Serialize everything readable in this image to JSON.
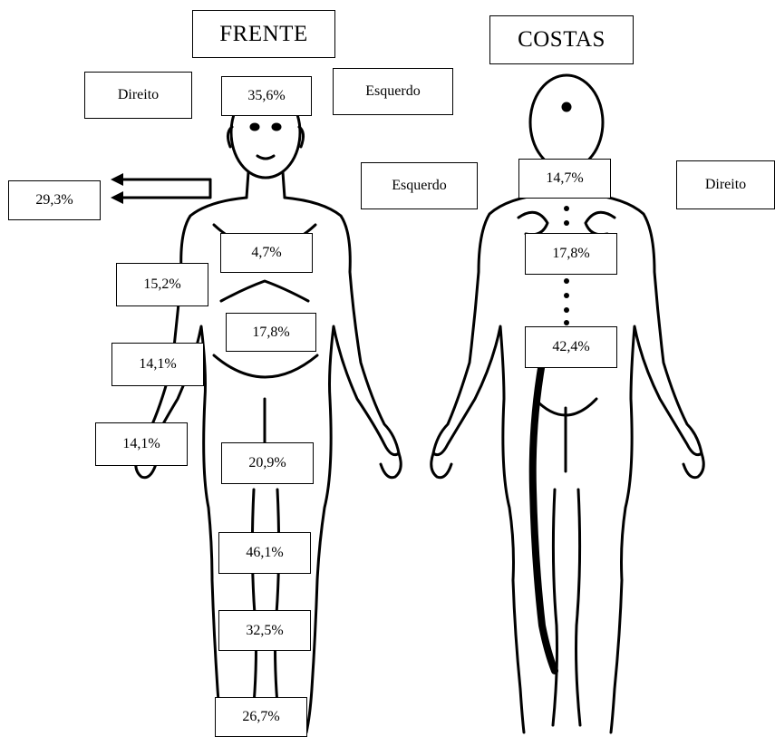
{
  "titles": {
    "front": "FRENTE",
    "back": "COSTAS"
  },
  "sides": {
    "front_right": "Direito",
    "front_left": "Esquerdo",
    "back_left": "Esquerdo",
    "back_right": "Direito"
  },
  "front_percentages": {
    "head": "35,6%",
    "shoulders": "29,3%",
    "chest": "4,7%",
    "upper_arm": "15,2%",
    "abdomen": "17,8%",
    "forearm": "14,1%",
    "hand": "14,1%",
    "thigh": "20,9%",
    "knee": "46,1%",
    "leg": "32,5%",
    "foot": "26,7%"
  },
  "back_percentages": {
    "neck": "14,7%",
    "upper_back": "17,8%",
    "lower_back": "42,4%"
  },
  "colors": {
    "line": "#000000",
    "background": "#ffffff"
  }
}
